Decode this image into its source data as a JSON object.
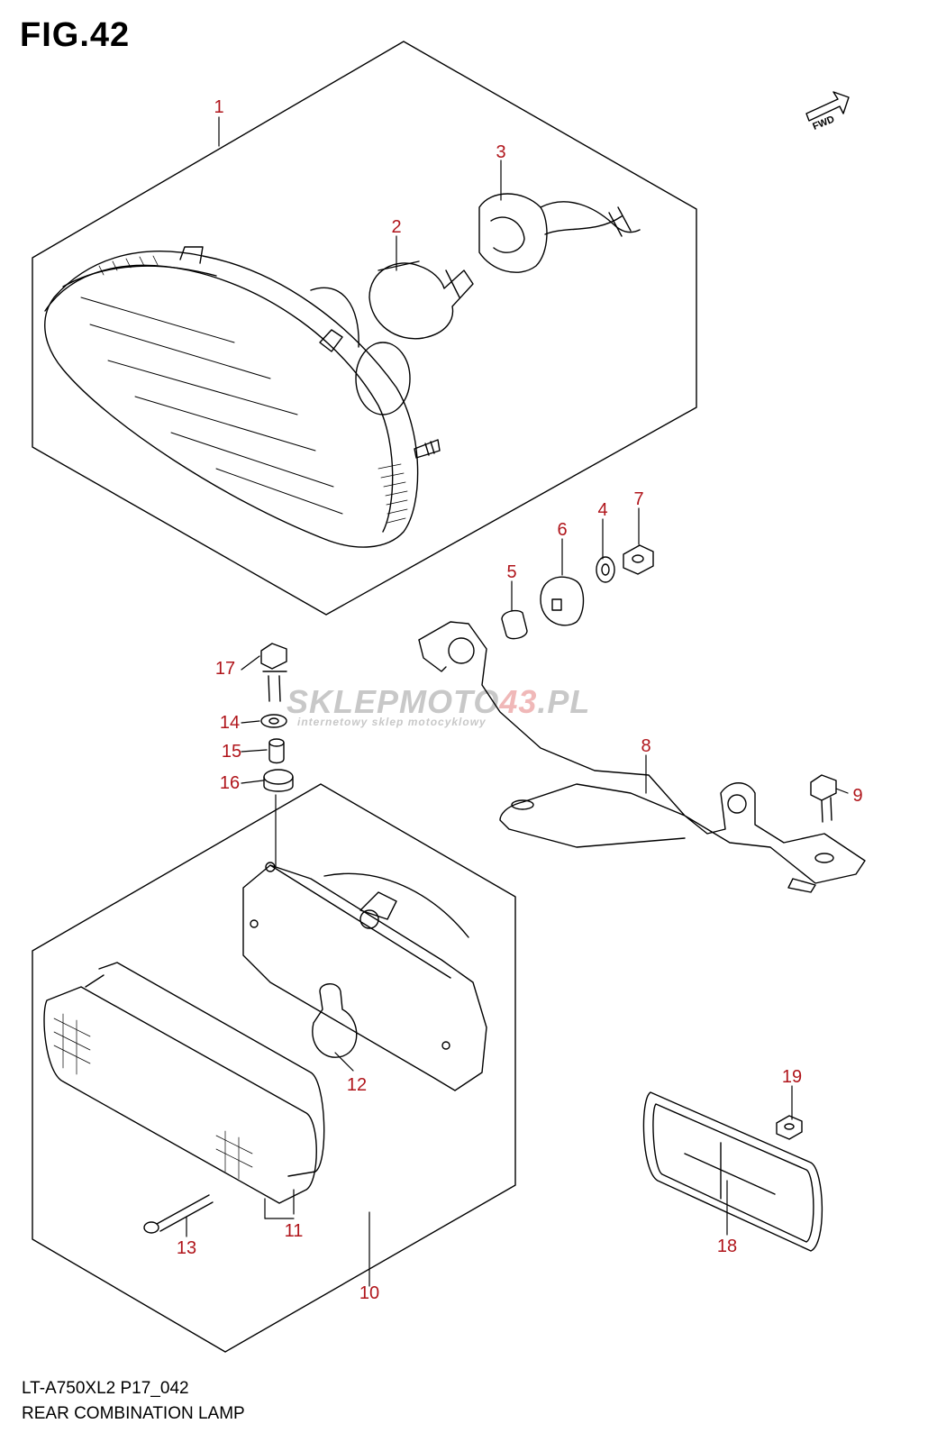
{
  "figure": {
    "title": "FIG.42",
    "model_code": "LT-A750XL2 P17_042",
    "name": "REAR COMBINATION LAMP",
    "fwd_label": "FWD"
  },
  "watermark": {
    "main_prefix": "SKLEPMOTO",
    "main_accent": "43",
    "main_suffix": ".PL",
    "sub": "internetowy sklep motocyklowy"
  },
  "callouts": [
    "1",
    "2",
    "3",
    "4",
    "5",
    "6",
    "7",
    "8",
    "9",
    "10",
    "11",
    "12",
    "13",
    "14",
    "15",
    "16",
    "17",
    "18",
    "19"
  ],
  "colors": {
    "callout": "#b0151b",
    "line": "#000000",
    "watermark": "#c8c8c8",
    "watermark_accent": "#f0b8b8"
  }
}
